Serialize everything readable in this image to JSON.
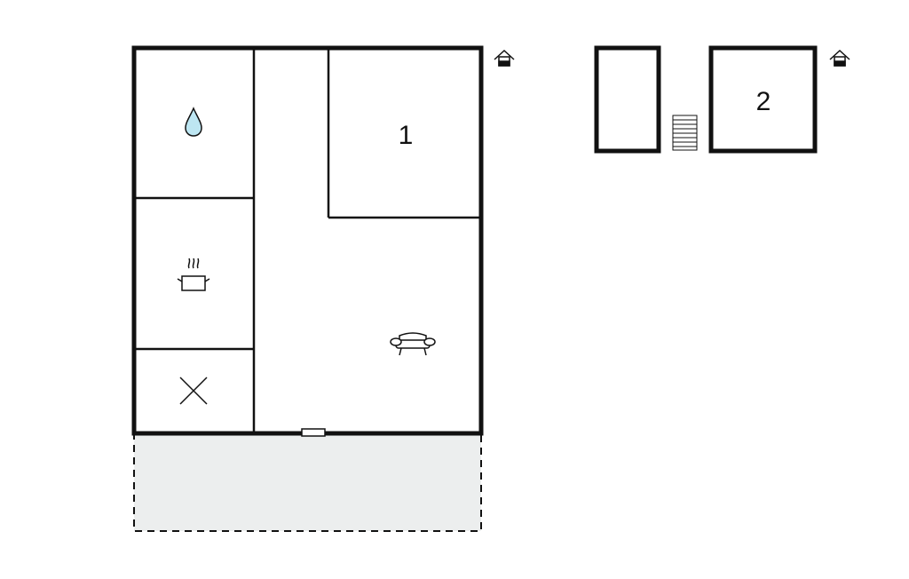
{
  "floor_plan": {
    "ground_floor": {
      "rooms": [
        {
          "id": "bathroom",
          "icon": "water-drop-icon"
        },
        {
          "id": "kitchen",
          "icon": "cooking-pot-icon"
        },
        {
          "id": "utility",
          "icon": "cross-icon"
        },
        {
          "id": "bedroom",
          "label": "1"
        },
        {
          "id": "living-room",
          "icon": "sofa-icon"
        }
      ],
      "floor_icon": "house-floor-icon",
      "terrace": {
        "style": "dashed"
      }
    },
    "upper_floor": {
      "rooms": [
        {
          "id": "loft-room"
        },
        {
          "id": "bedroom-2",
          "label": "2"
        }
      ],
      "stairs_icon": "stairs-icon",
      "floor_icon": "house-floor-icon"
    },
    "colors": {
      "wall": "#111111",
      "terrace_fill": "#eceeee",
      "water": "#bde6f2"
    }
  }
}
